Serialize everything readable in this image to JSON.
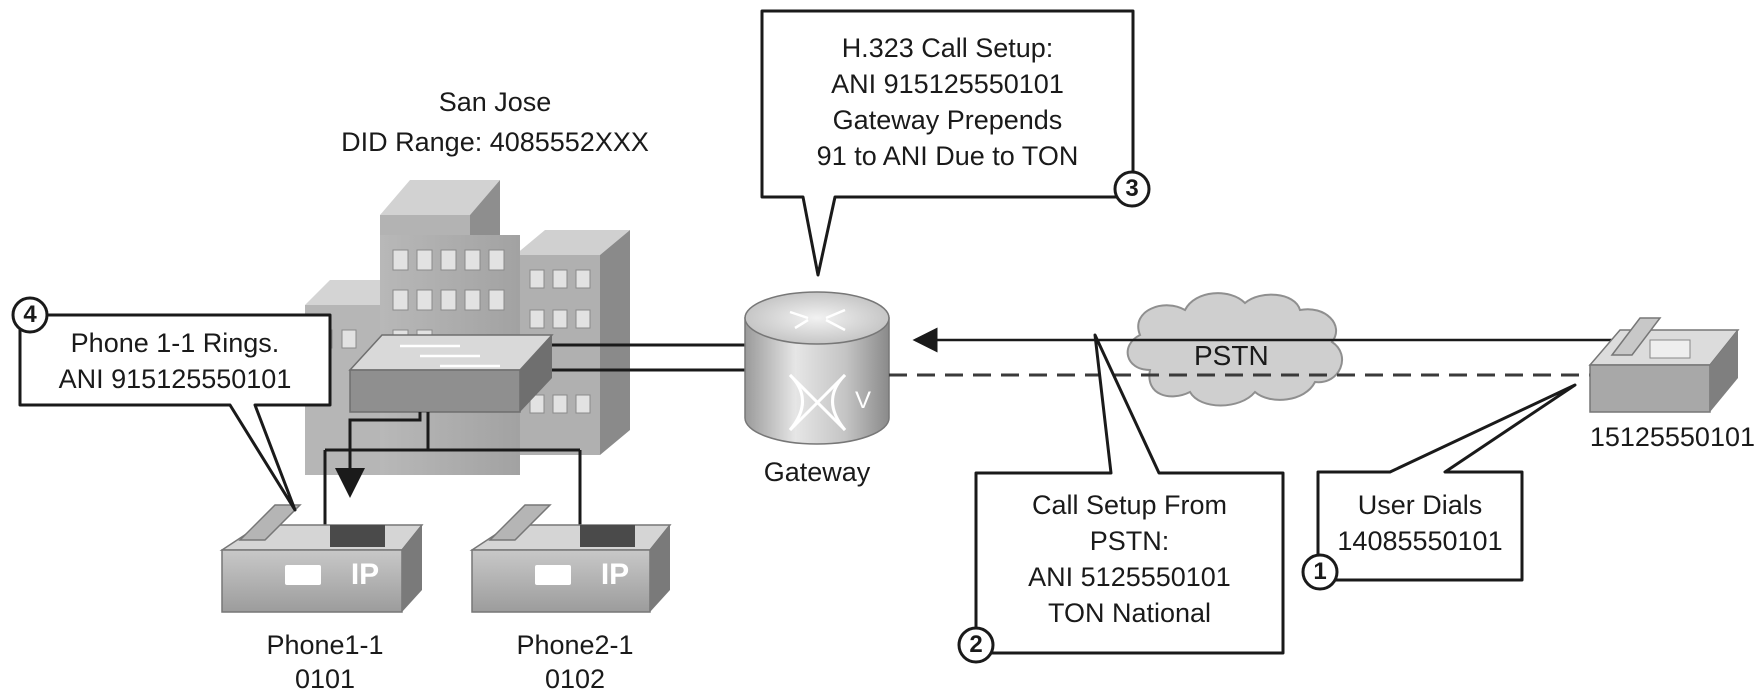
{
  "site": {
    "name": "San Jose",
    "did_range": "DID Range: 4085552XXX"
  },
  "callout_3": {
    "lines": [
      "H.323 Call Setup:",
      "ANI 915125550101",
      "Gateway Prepends",
      "91 to ANI Due to TON"
    ],
    "step": "3"
  },
  "callout_4": {
    "lines": [
      "Phone 1-1 Rings.",
      "ANI 915125550101"
    ],
    "step": "4"
  },
  "callout_2": {
    "lines": [
      "Call Setup From",
      "PSTN:",
      "ANI 5125550101",
      "TON National"
    ],
    "step": "2"
  },
  "callout_1": {
    "lines": [
      "User Dials",
      "14085550101"
    ],
    "step": "1"
  },
  "gateway": {
    "label": "Gateway",
    "icon_text": "V"
  },
  "pstn": {
    "label": "PSTN"
  },
  "external_phone": {
    "number": "15125550101"
  },
  "phone1": {
    "name": "Phone1-1",
    "ext": "0101"
  },
  "phone2": {
    "name": "Phone2-1",
    "ext": "0102"
  },
  "phone_badge": "IP",
  "colors": {
    "building": "#a9a9a9",
    "switch": "#8f8f8f",
    "cloud": "#c9c9c9",
    "line": "#1a1a1a"
  }
}
